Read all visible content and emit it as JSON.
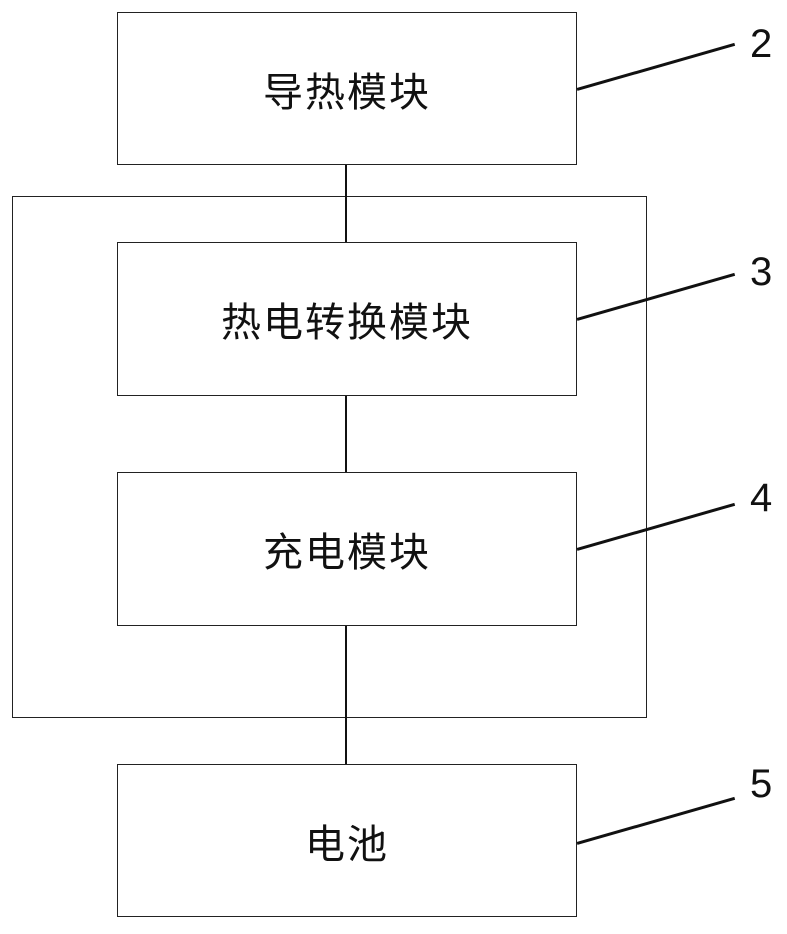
{
  "modules": {
    "heat_conduction": {
      "label": "导热模块",
      "ref": "2"
    },
    "thermoelectric": {
      "label": "热电转换模块",
      "ref": "3"
    },
    "charging": {
      "label": "充电模块",
      "ref": "4"
    },
    "battery": {
      "label": "电池",
      "ref": "5"
    }
  }
}
